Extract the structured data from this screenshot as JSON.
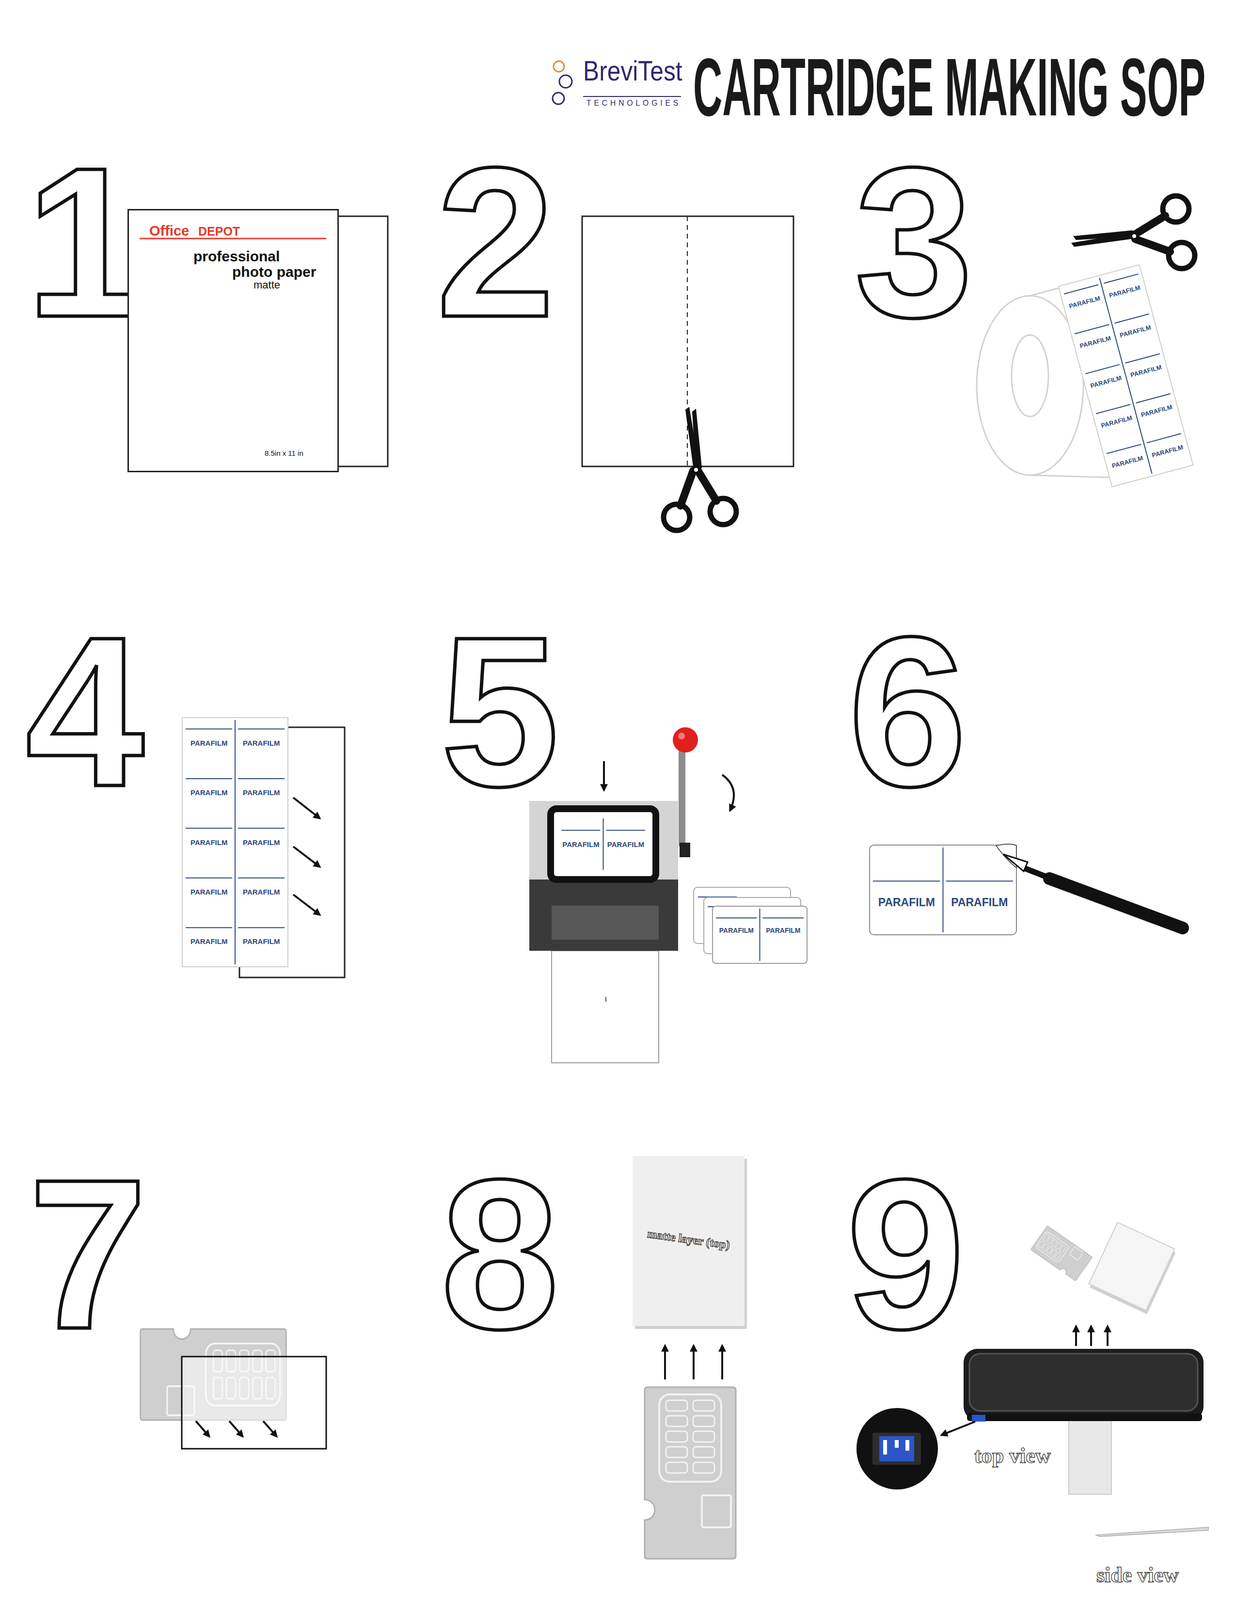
{
  "diagram": {
    "title": "CARTRIDGE MAKING SOP",
    "nodes": [
      {
        "text": [
          "Office",
          "DEPOT",
          "professional",
          "photo paper",
          "matte",
          "8.5in x 11 in"
        ]
      },
      {
        "text": [
          "PARAFILM",
          "PARAFILM",
          "PARAFILM",
          "PARAFILM",
          "PARAFILM",
          "PARAFILM",
          "PARAFILM",
          "PARAFILM",
          "PARAFILM",
          "PARAFILM"
        ]
      },
      {
        "text": [
          "PARAFILM",
          "PARAFILM",
          "PARAFILM",
          "PARAFILM",
          "PARAFILM",
          "PARAFILM",
          "PARAFILM",
          "PARAFILM",
          "PARAFILM",
          "PARAFILM"
        ]
      },
      {
        "text": [
          "PARAFILM",
          "PARAFILM"
        ]
      },
      {
        "text": [
          "PARAFILM",
          "PARAFILM"
        ]
      },
      {
        "text": [
          "PARAFILM",
          "PARAFILM"
        ]
      },
      {
        "text": [
          "matte layer (top)"
        ]
      }
    ],
    "labels": [
      "BreviTest",
      "TECHNOLOGIES",
      "1",
      "2",
      "3",
      "4",
      "5",
      "6",
      "7",
      "8",
      "9",
      "top view",
      "side view"
    ]
  }
}
